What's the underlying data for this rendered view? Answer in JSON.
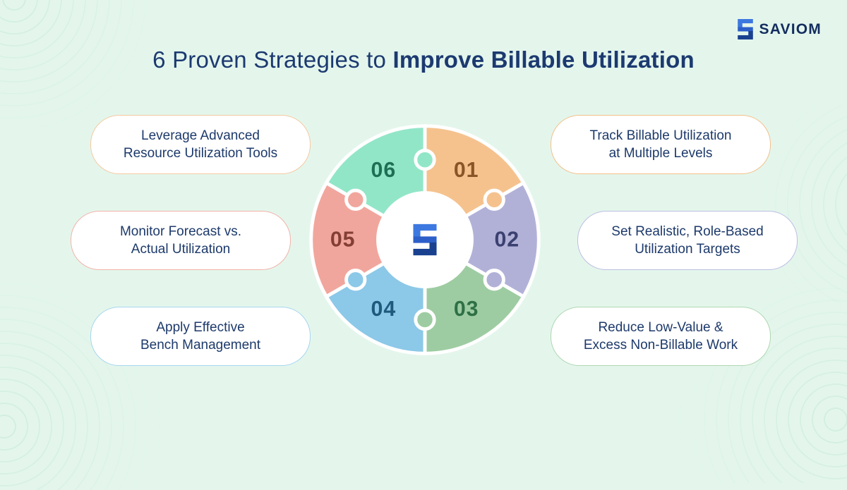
{
  "brand": {
    "name": "SAVIOM"
  },
  "title": {
    "regular": "6 Proven Strategies to",
    "bold": "Improve Billable Utilization"
  },
  "colors": {
    "background": "#e4f6ec",
    "title_text": "#1c3a70",
    "pill_text": "#1d3a6b",
    "brand_text": "#132d5e",
    "logo_light": "#3c78e0",
    "logo_mid": "#2d5fc9",
    "logo_dark": "#19418f",
    "center_circle": "#ffffff"
  },
  "strategies": [
    {
      "number": "01",
      "label_line1": "Track Billable Utilization",
      "label_line2": "at Multiple Levels",
      "segment_color": "#f5c28e",
      "number_color": "#8a5526",
      "pill_border": "#f4c08a"
    },
    {
      "number": "02",
      "label_line1": "Set Realistic, Role-Based",
      "label_line2": "Utilization Targets",
      "segment_color": "#b1b1d8",
      "number_color": "#3a4070",
      "pill_border": "#bdbde2"
    },
    {
      "number": "03",
      "label_line1": "Reduce Low-Value &",
      "label_line2": "Excess Non-Billable Work",
      "segment_color": "#9ecca2",
      "number_color": "#2f7045",
      "pill_border": "#aed7b1"
    },
    {
      "number": "04",
      "label_line1": "Apply Effective",
      "label_line2": "Bench Management",
      "segment_color": "#8cc8e8",
      "number_color": "#1f5a7c",
      "pill_border": "#a6d6ef"
    },
    {
      "number": "05",
      "label_line1": "Monitor Forecast vs.",
      "label_line2": "Actual Utilization",
      "segment_color": "#f1a69d",
      "number_color": "#833f33",
      "pill_border": "#f3b2a8"
    },
    {
      "number": "06",
      "label_line1": "Leverage Advanced",
      "label_line2": "Resource Utilization Tools",
      "segment_color": "#92e6c8",
      "number_color": "#1f6f54",
      "pill_border": "#f6c9a0"
    }
  ]
}
